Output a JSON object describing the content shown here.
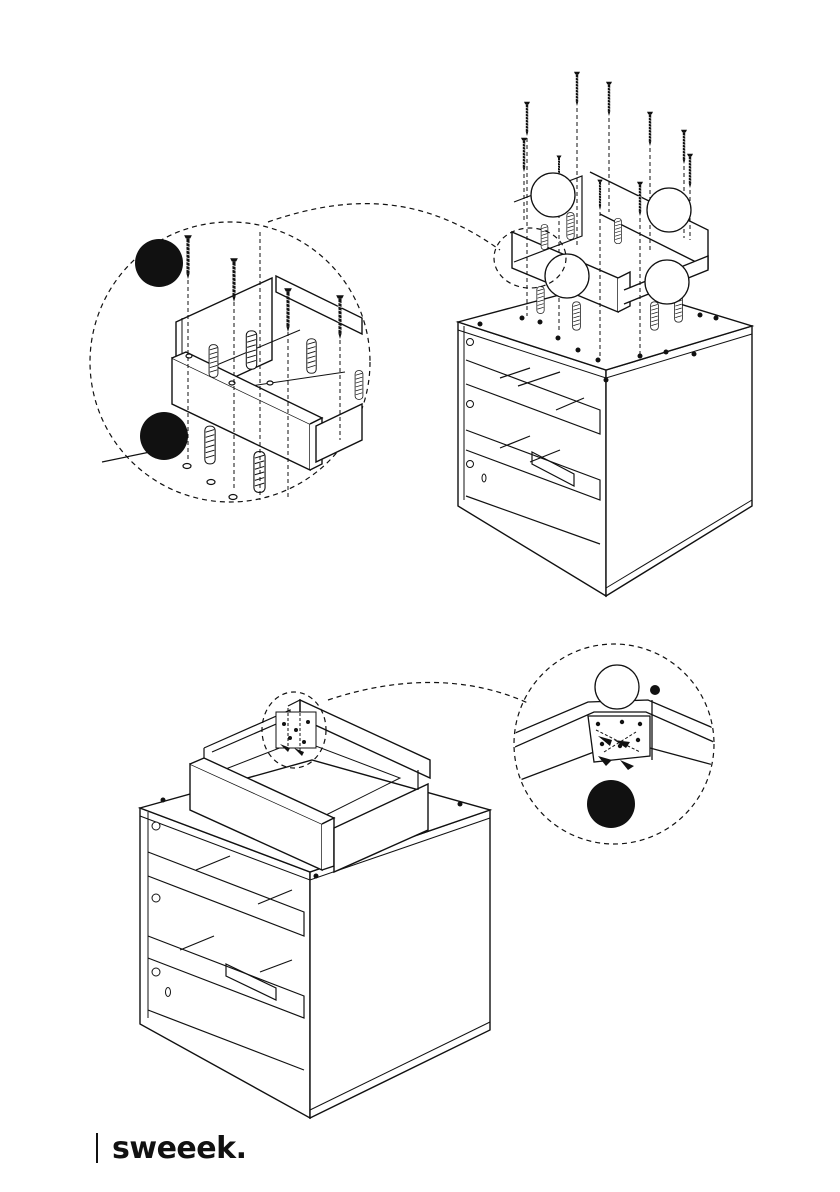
{
  "document": {
    "type": "assembly-instructions-page",
    "steps": [
      {
        "id": "top-frame-screw-fixing",
        "callout_markers": [
          "filled-black",
          "filled-black"
        ],
        "part_markers": [
          "empty",
          "empty",
          "empty",
          "empty"
        ]
      },
      {
        "id": "corner-bracket-fixing",
        "callout_markers": [
          "empty",
          "filled-black"
        ]
      }
    ]
  },
  "footer": {
    "brand": "sweeek."
  },
  "colors": {
    "line": "#111111",
    "marker_fill": "#111111",
    "panel_fill": "#ffffff"
  },
  "icons": [
    "screw-icon",
    "dowel-icon",
    "hole-icon",
    "corner-bracket-icon"
  ]
}
